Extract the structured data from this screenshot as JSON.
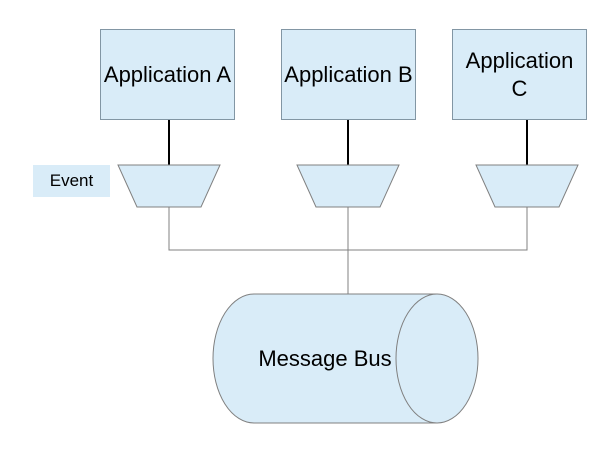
{
  "colors": {
    "canvas_bg": "#ffffff",
    "shape_fill": "#d9ecf8",
    "box_border": "#8296a4",
    "shape_border": "#808080",
    "connector_dark": "#000000",
    "connector_gray": "#808080",
    "text_color": "#000000"
  },
  "diagram": {
    "nodes": {
      "app_a": {
        "label": "Application A"
      },
      "app_b": {
        "label": "Application B"
      },
      "app_c": {
        "label": "Application C"
      },
      "event": {
        "label": "Event"
      },
      "message_bus": {
        "label": "Message Bus"
      }
    }
  }
}
